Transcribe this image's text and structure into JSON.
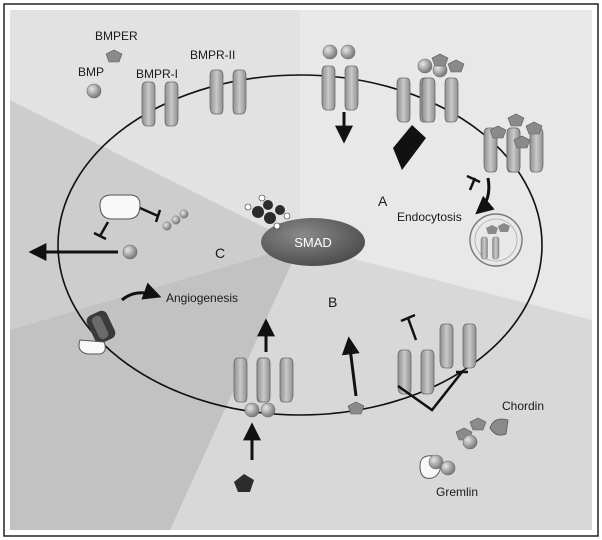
{
  "labels": {
    "bmper": "BMPER",
    "bmp": "BMP",
    "bmpr1": "BMPR-I",
    "bmpr2": "BMPR-II",
    "smad": "SMAD",
    "region_a": "A",
    "region_b": "B",
    "region_c": "C",
    "endocytosis": "Endocytosis",
    "angiogenesis": "Angiogenesis",
    "chordin": "Chordin",
    "gremlin": "Gremlin"
  },
  "colors": {
    "frame_bg": "#ffffff",
    "panel_bg": "#f2f2f2",
    "sector_a": "#e4e4e4",
    "sector_b": "#d4d4d4",
    "sector_c": "#c8c8c8",
    "smad_fill": "#5d5d5d",
    "receptor_fill": "#a6a6a6",
    "ligand_fill": "#9a9a9a",
    "dark_fill": "#2c2c2c",
    "arrow": "#111111"
  },
  "icons": [
    "receptor-icon",
    "bmp-ligand-icon",
    "bmper-icon",
    "chordin-icon",
    "gremlin-icon",
    "endosome-icon",
    "inhibitor-complex-icon"
  ]
}
